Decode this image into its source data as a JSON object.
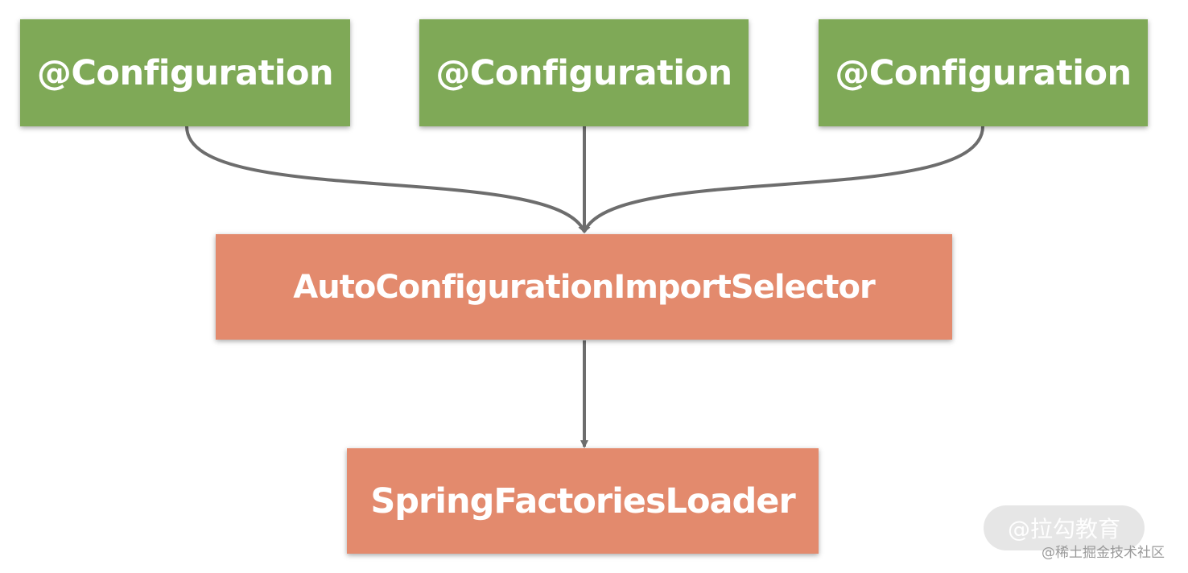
{
  "nodes": [
    {
      "id": "config_1",
      "label": "@Configuration"
    },
    {
      "id": "config_2",
      "label": "@Configuration"
    },
    {
      "id": "config_3",
      "label": "@Configuration"
    },
    {
      "id": "selector",
      "label": "AutoConfigurationImportSelector"
    },
    {
      "id": "loader",
      "label": "SpringFactoriesLoader"
    }
  ],
  "edges": [
    {
      "from": "config_1",
      "to": "selector"
    },
    {
      "from": "config_2",
      "to": "selector"
    },
    {
      "from": "config_3",
      "to": "selector"
    },
    {
      "from": "selector",
      "to": "loader"
    }
  ],
  "colors": {
    "config_fill": "#7fa957",
    "class_fill": "#e38a6d",
    "edge": "#6d6d6d",
    "text": "#ffffff"
  },
  "watermarks": {
    "badge": "@拉勾教育",
    "site": "@稀土掘金技术社区"
  }
}
